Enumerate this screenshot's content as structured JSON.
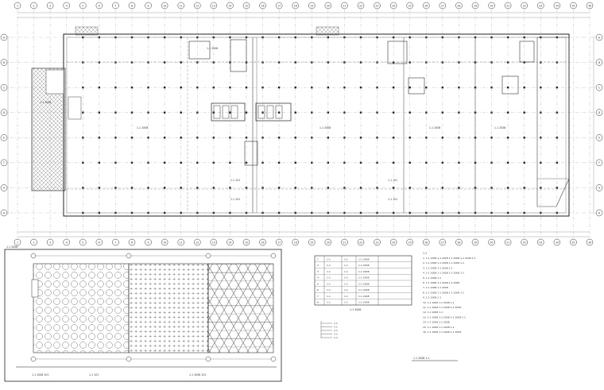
{
  "plan": {
    "column_axes_top": [
      "1",
      "2",
      "3",
      "4",
      "5",
      "6",
      "7",
      "8",
      "9",
      "10",
      "11",
      "12",
      "13",
      "14",
      "15",
      "16",
      "17",
      "18",
      "19",
      "20",
      "21",
      "22",
      "23",
      "24",
      "25",
      "26",
      "27",
      "28",
      "29",
      "30",
      "31",
      "32",
      "33",
      "34",
      "35",
      "36"
    ],
    "row_axes_left": [
      "A",
      "B",
      "C",
      "D",
      "E",
      "F",
      "G",
      "H"
    ],
    "room_labels": [
      "1-1 2008",
      "1-1 2008",
      "1-1 2008",
      "1-1 2008",
      "1-1 2008",
      "1-1 2008"
    ],
    "stair_labels": [
      "1-1 101",
      "1-1 101",
      "1-1 101",
      "1-1 101"
    ]
  },
  "detail": {
    "caption": "1-1 2008",
    "bottom_labels": [
      "1-1 2008  101",
      "1-1  101",
      "1-1 2008  101"
    ]
  },
  "legend": {
    "rows": [
      {
        "code": "1",
        "name": "1-1",
        "spec": "1-1",
        "note": "1-1 2008"
      },
      {
        "code": "2",
        "name": "1-1",
        "spec": "1-1",
        "note": "1-1 2008"
      },
      {
        "code": "3",
        "name": "1-1",
        "spec": "1-1",
        "note": "1-1 2008"
      },
      {
        "code": "4",
        "name": "1-1",
        "spec": "1-1",
        "note": "1-1 2008"
      },
      {
        "code": "5",
        "name": "1-1",
        "spec": "1-1",
        "note": "1-1 2008"
      },
      {
        "code": "6",
        "name": "1-1",
        "spec": "1-1",
        "note": "1-1 2008"
      },
      {
        "code": "7",
        "name": "1-1",
        "spec": "1-1",
        "note": "1-1 2008"
      },
      {
        "code": "8",
        "name": "1-1",
        "spec": "1-1",
        "note": "1-1 2008"
      }
    ],
    "footer": "1-1 2008"
  },
  "notes": {
    "title": "1-1",
    "lines": [
      "1. 1-1 2008 1-1 2008 1-1 2008 1-1 2008 1-1",
      "2. 1-1 2008 1-1 2008 1-1 2008 1-1",
      "3. 1-1 2008 1-1 2008 1-1",
      "4. 1-1 2008 1-1 2008 1-1 2008 1-1",
      "5. 1-1 2008 1-1",
      "6. 1-1 2008 1-1 2008 1-1 2008",
      "7. 1-1 2008 1-1 2008",
      "8. 1-1 2008 1-1 2008 1-1 2008 1-1",
      "9. 1-1 2008 1-1",
      "10. 1-1 2008 1-1 2008 1-1",
      "11. 1-1 2008 1-1 2008 1-1 2008",
      "12. 1-1 2008 1-1",
      "13. 1-1 2008 1-1 2008 1-1 2008 1-1",
      "14. 1-1 2008 1-1 2008",
      "15. 1-1 2008 1-1 2008 1-1",
      "16. 1-1 2008 1-1 2008 1-1 2008"
    ]
  },
  "key": {
    "items": [
      "1-1",
      "1-1",
      "1-1",
      "1-1",
      "1-1"
    ]
  },
  "sheet_title": "1-1 2008 1-1"
}
